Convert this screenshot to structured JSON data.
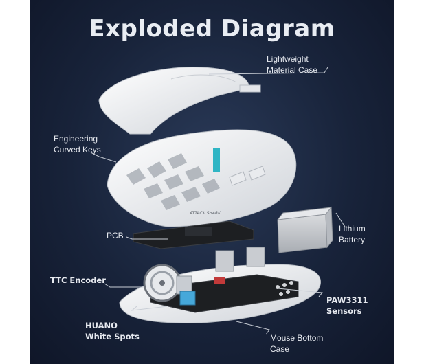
{
  "title": "Exploded Diagram",
  "labels": {
    "case": "Lightweight\nMaterial Case",
    "keys": "Engineering\nCurved Keys",
    "pcb": "PCB",
    "battery": "Lithium\nBattery",
    "encoder": "TTC Encoder",
    "sensors": "PAW3311\nSensors",
    "spots": "HUANO\nWhite Spots",
    "bottom": "Mouse Bottom\nCase"
  },
  "logo_text": "ATTACK SHARK",
  "colors": {
    "background": "#18233a",
    "shell": "#f2f3f5",
    "accent_teal": "#2fb5c4",
    "pcb": "#1d1f22"
  }
}
